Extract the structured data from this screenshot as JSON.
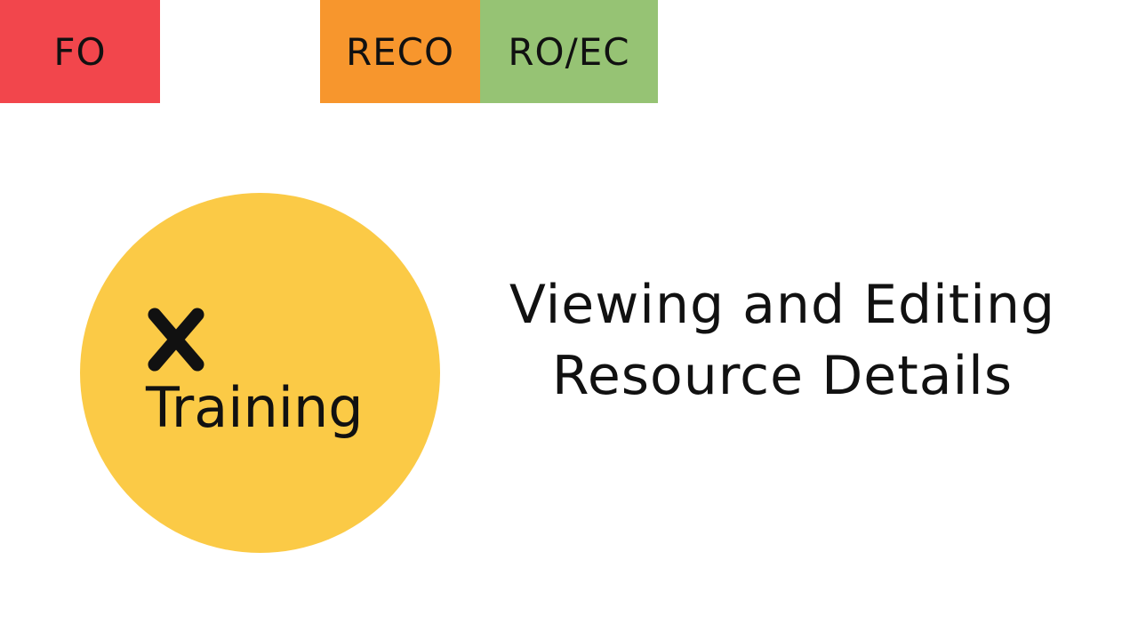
{
  "roles": [
    {
      "label": "FO",
      "color": "#f2464c"
    },
    {
      "label": "RECO",
      "color": "#f7962d"
    },
    {
      "label": "RO/EC",
      "color": "#96c374"
    }
  ],
  "logo": {
    "icon": "x-mark-icon",
    "word": "Training",
    "color": "#fbca46"
  },
  "title": {
    "line1": "Viewing and Editing",
    "line2": "Resource Details"
  }
}
